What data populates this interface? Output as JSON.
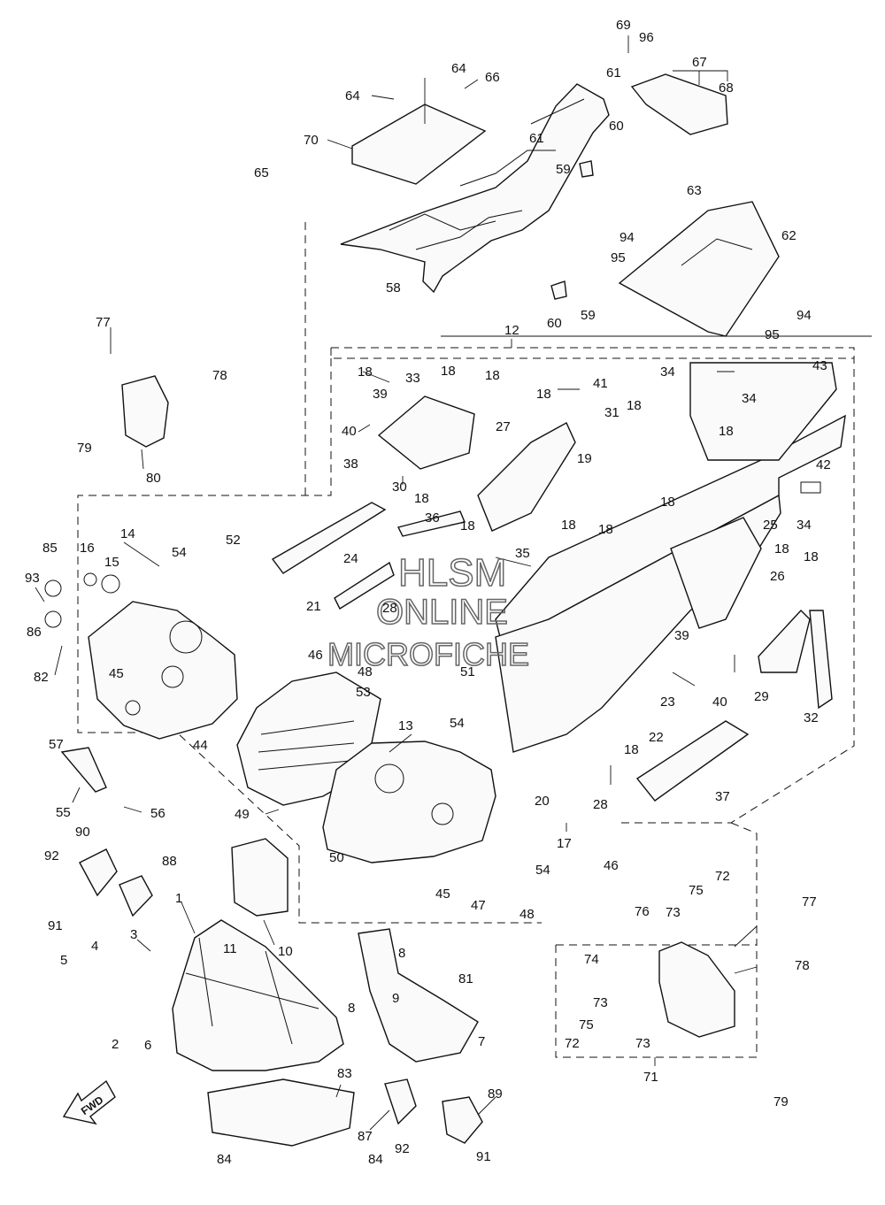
{
  "watermark": {
    "line1": "HLSM",
    "line2": "ONLINE",
    "line3": "MICROFICHE"
  },
  "fwd_label": "FWD",
  "callouts": [
    "69",
    "96",
    "67",
    "68",
    "64",
    "66",
    "61",
    "64",
    "70",
    "60",
    "61",
    "59",
    "65",
    "58",
    "63",
    "62",
    "94",
    "95",
    "59",
    "60",
    "94",
    "95",
    "12",
    "77",
    "78",
    "79",
    "80",
    "18",
    "33",
    "18",
    "18",
    "39",
    "40",
    "18",
    "41",
    "18",
    "31",
    "34",
    "43",
    "34",
    "27",
    "19",
    "18",
    "30",
    "42",
    "34",
    "38",
    "18",
    "36",
    "18",
    "18",
    "18",
    "18",
    "35",
    "25",
    "14",
    "16",
    "15",
    "54",
    "52",
    "85",
    "93",
    "24",
    "21",
    "28",
    "26",
    "18",
    "18",
    "86",
    "82",
    "45",
    "46",
    "48",
    "53",
    "51",
    "39",
    "29",
    "44",
    "54",
    "40",
    "23",
    "22",
    "18",
    "32",
    "13",
    "37",
    "57",
    "20",
    "55",
    "56",
    "28",
    "49",
    "17",
    "50",
    "54",
    "46",
    "45",
    "47",
    "48",
    "90",
    "88",
    "92",
    "91",
    "1",
    "3",
    "11",
    "10",
    "81",
    "8",
    "9",
    "8",
    "7",
    "4",
    "5",
    "2",
    "6",
    "75",
    "72",
    "77",
    "76",
    "73",
    "74",
    "78",
    "73",
    "75",
    "73",
    "72",
    "71",
    "83",
    "89",
    "87",
    "92",
    "79",
    "84",
    "84",
    "91"
  ]
}
